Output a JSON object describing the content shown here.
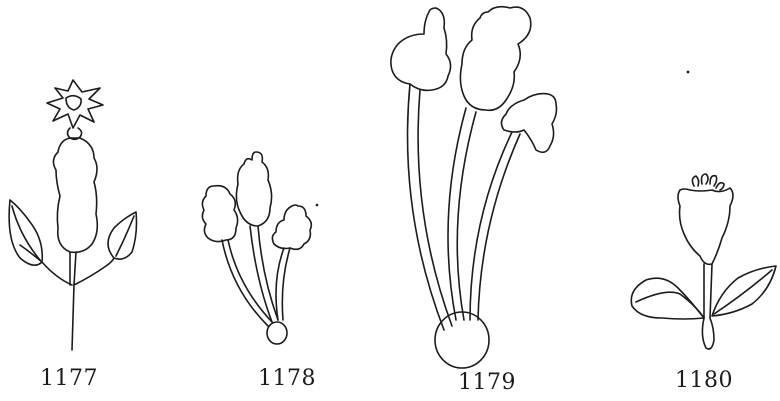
{
  "figures": [
    {
      "number": "1177"
    },
    {
      "number": "1178"
    },
    {
      "number": "1179"
    },
    {
      "number": "1180"
    }
  ],
  "colors": {
    "ink": "#1c1c1c",
    "paper": "#ffffff"
  }
}
